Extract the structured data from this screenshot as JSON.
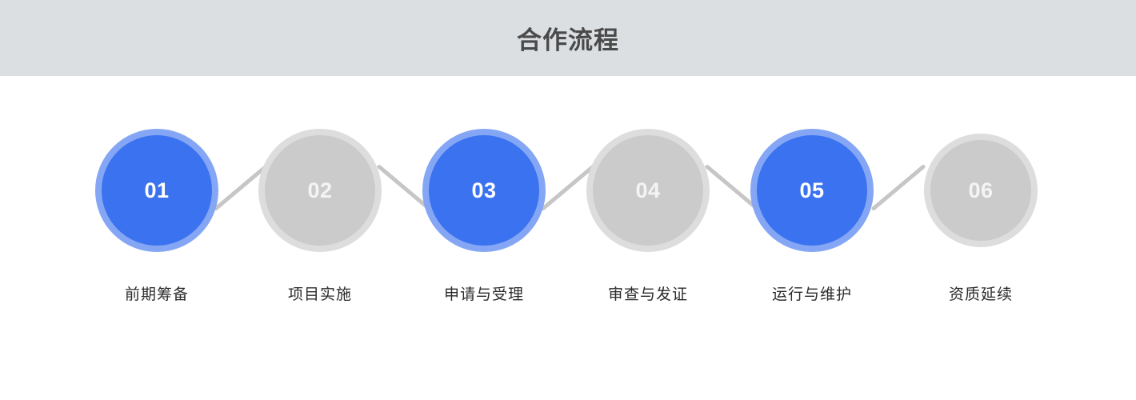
{
  "header": {
    "title": "合作流程",
    "background_color": "#dcdfe2",
    "title_color": "#4a4a4a"
  },
  "theme": {
    "active_fill": "#3b72ef",
    "active_ring": "#84a6f4",
    "inactive_fill": "#cbcbcb",
    "inactive_ring": "#dddddd",
    "connector_color": "#c6c6c6",
    "label_color": "#2b2b2b",
    "page_background": "#ffffff"
  },
  "process": {
    "steps": [
      {
        "number": "01",
        "label": "前期筹备",
        "state": "active"
      },
      {
        "number": "02",
        "label": "项目实施",
        "state": "inactive"
      },
      {
        "number": "03",
        "label": "申请与受理",
        "state": "active"
      },
      {
        "number": "04",
        "label": "审查与发证",
        "state": "inactive"
      },
      {
        "number": "05",
        "label": "运行与维护",
        "state": "active"
      },
      {
        "number": "06",
        "label": "资质延续",
        "state": "inactive"
      }
    ],
    "connectors": [
      {
        "from": "01",
        "to": "02",
        "direction": "up"
      },
      {
        "from": "02",
        "to": "03",
        "direction": "down"
      },
      {
        "from": "03",
        "to": "04",
        "direction": "up"
      },
      {
        "from": "04",
        "to": "05",
        "direction": "down"
      },
      {
        "from": "05",
        "to": "06",
        "direction": "up"
      }
    ]
  }
}
